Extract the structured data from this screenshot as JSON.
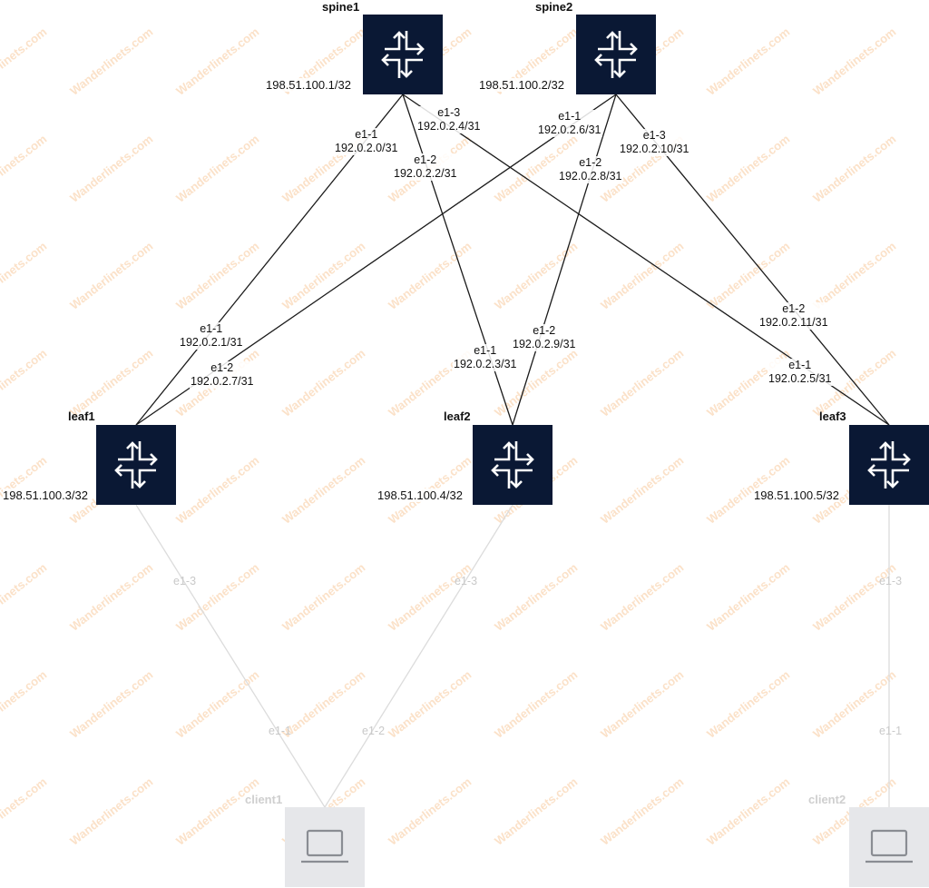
{
  "watermark": "Wanderlinets.com",
  "colors": {
    "router": "#0a1834",
    "client_box": "#e6e7ea",
    "link": "#1a1a1a",
    "faded_link": "#dcdcdc"
  },
  "nodes": {
    "spine1": {
      "name": "spine1",
      "ip": "198.51.100.1/32",
      "icon": "router-icon"
    },
    "spine2": {
      "name": "spine2",
      "ip": "198.51.100.2/32",
      "icon": "router-icon"
    },
    "leaf1": {
      "name": "leaf1",
      "ip": "198.51.100.3/32",
      "icon": "router-icon"
    },
    "leaf2": {
      "name": "leaf2",
      "ip": "198.51.100.4/32",
      "icon": "router-icon"
    },
    "leaf3": {
      "name": "leaf3",
      "ip": "198.51.100.5/32",
      "icon": "router-icon"
    },
    "client1": {
      "name": "client1",
      "icon": "laptop-icon"
    },
    "client2": {
      "name": "client2",
      "icon": "laptop-icon"
    }
  },
  "links": [
    {
      "from": "spine1",
      "to": "leaf1",
      "a_if": "e1-1",
      "a_ip": "192.0.2.0/31",
      "b_if": "e1-1",
      "b_ip": "192.0.2.1/31"
    },
    {
      "from": "spine1",
      "to": "leaf2",
      "a_if": "e1-2",
      "a_ip": "192.0.2.2/31",
      "b_if": "e1-1",
      "b_ip": "192.0.2.3/31"
    },
    {
      "from": "spine1",
      "to": "leaf3",
      "a_if": "e1-3",
      "a_ip": "192.0.2.4/31",
      "b_if": "e1-1",
      "b_ip": "192.0.2.5/31"
    },
    {
      "from": "spine2",
      "to": "leaf1",
      "a_if": "e1-1",
      "a_ip": "192.0.2.6/31",
      "b_if": "e1-2",
      "b_ip": "192.0.2.7/31"
    },
    {
      "from": "spine2",
      "to": "leaf2",
      "a_if": "e1-2",
      "a_ip": "192.0.2.8/31",
      "b_if": "e1-2",
      "b_ip": "192.0.2.9/31"
    },
    {
      "from": "spine2",
      "to": "leaf3",
      "a_if": "e1-3",
      "a_ip": "192.0.2.10/31",
      "b_if": "e1-2",
      "b_ip": "192.0.2.11/31"
    }
  ],
  "access_links": [
    {
      "from": "leaf1",
      "to": "client1",
      "a_if": "e1-3",
      "b_if": "e1-1"
    },
    {
      "from": "leaf2",
      "to": "client1",
      "a_if": "e1-3",
      "b_if": "e1-2"
    },
    {
      "from": "leaf3",
      "to": "client2",
      "a_if": "e1-3",
      "b_if": "e1-1"
    }
  ]
}
